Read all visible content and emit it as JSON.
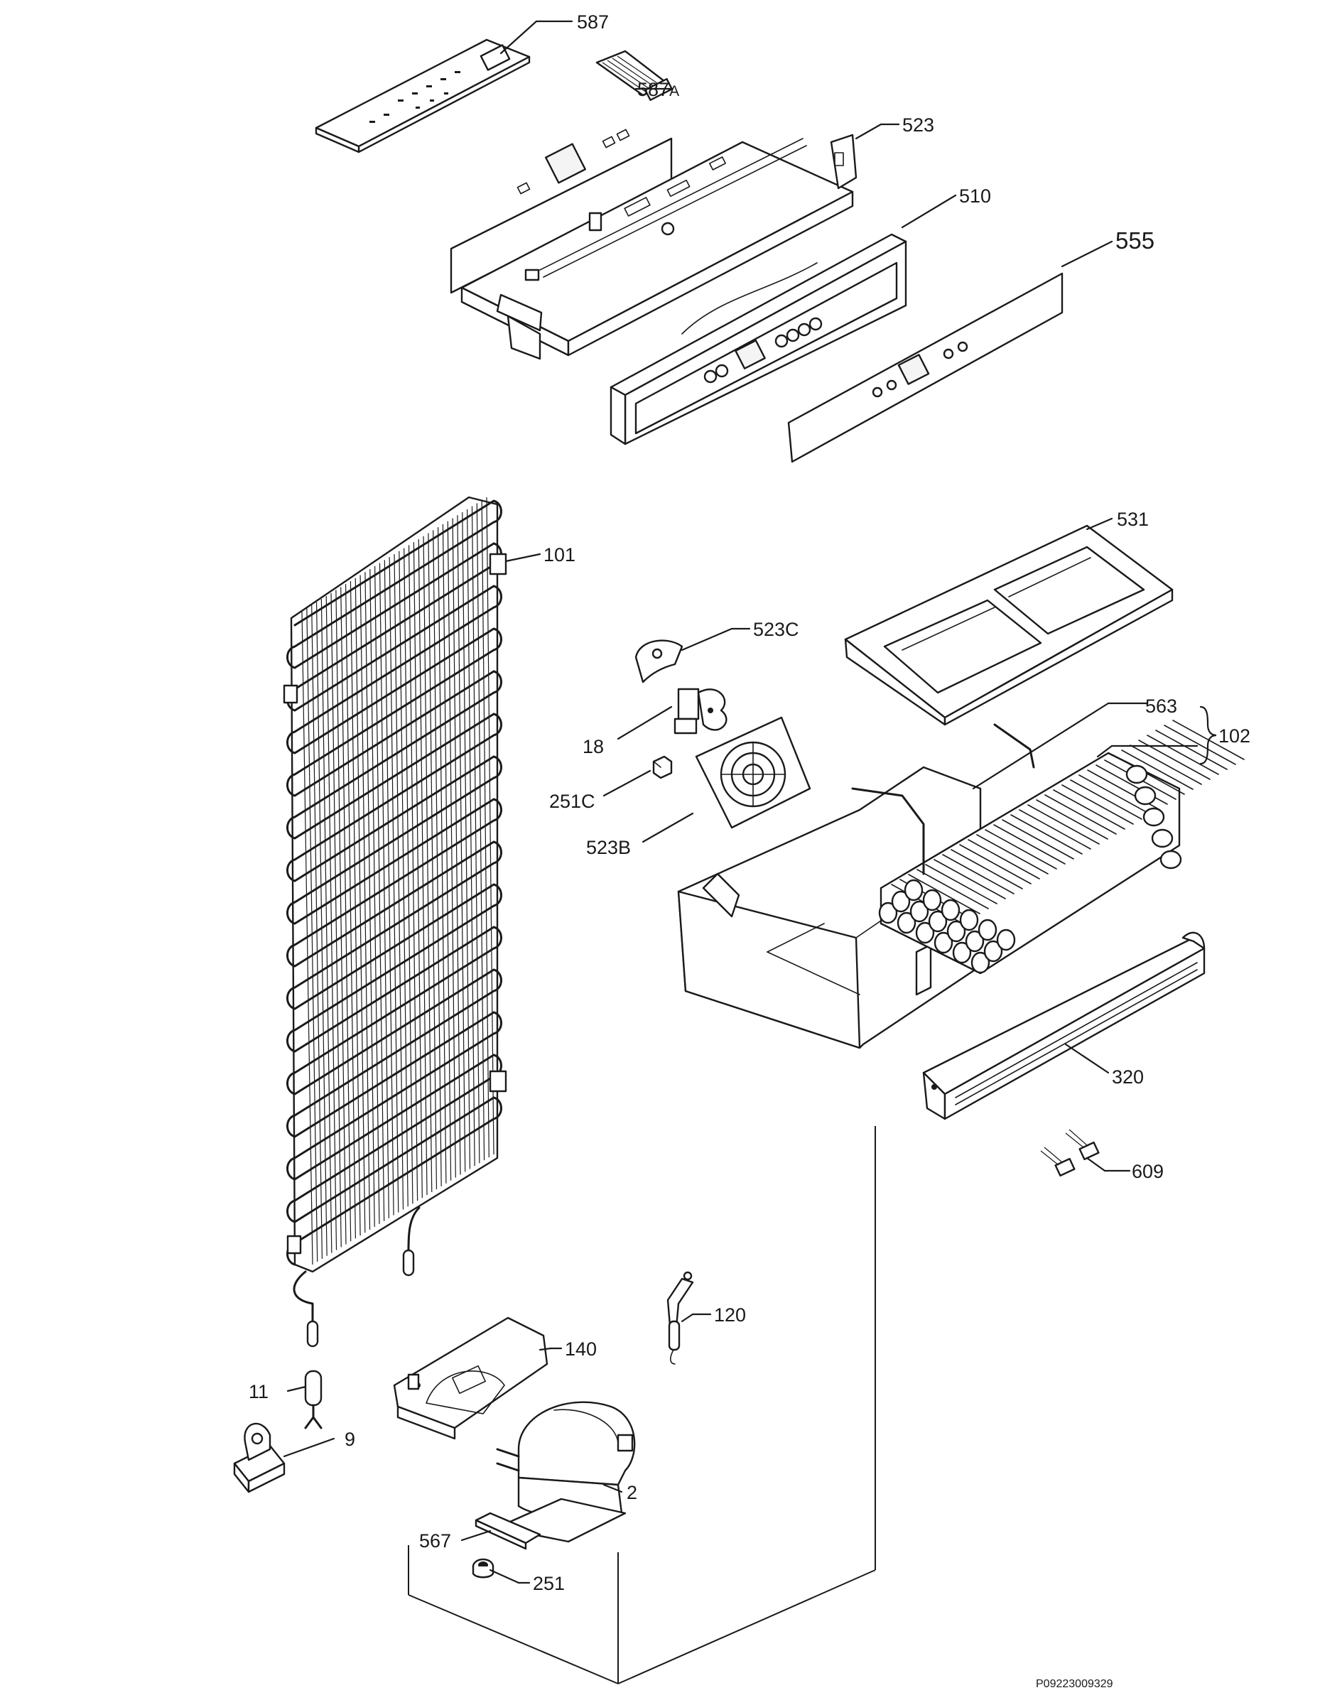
{
  "diagram": {
    "image_code": "P09223009329",
    "callouts": {
      "c587": "587",
      "c587a_num": "587",
      "c587a_suffix": "A",
      "c523": "523",
      "c510": "510",
      "c555": "555",
      "c101": "101",
      "c531": "531",
      "c523c": "523C",
      "c18": "18",
      "c251c": "251C",
      "c523b": "523B",
      "c563": "563",
      "c102": "102",
      "c320": "320",
      "c609": "609",
      "c120": "120",
      "c140": "140",
      "c11": "11",
      "c9": "9",
      "c2": "2",
      "c567": "567",
      "c251": "251"
    }
  }
}
